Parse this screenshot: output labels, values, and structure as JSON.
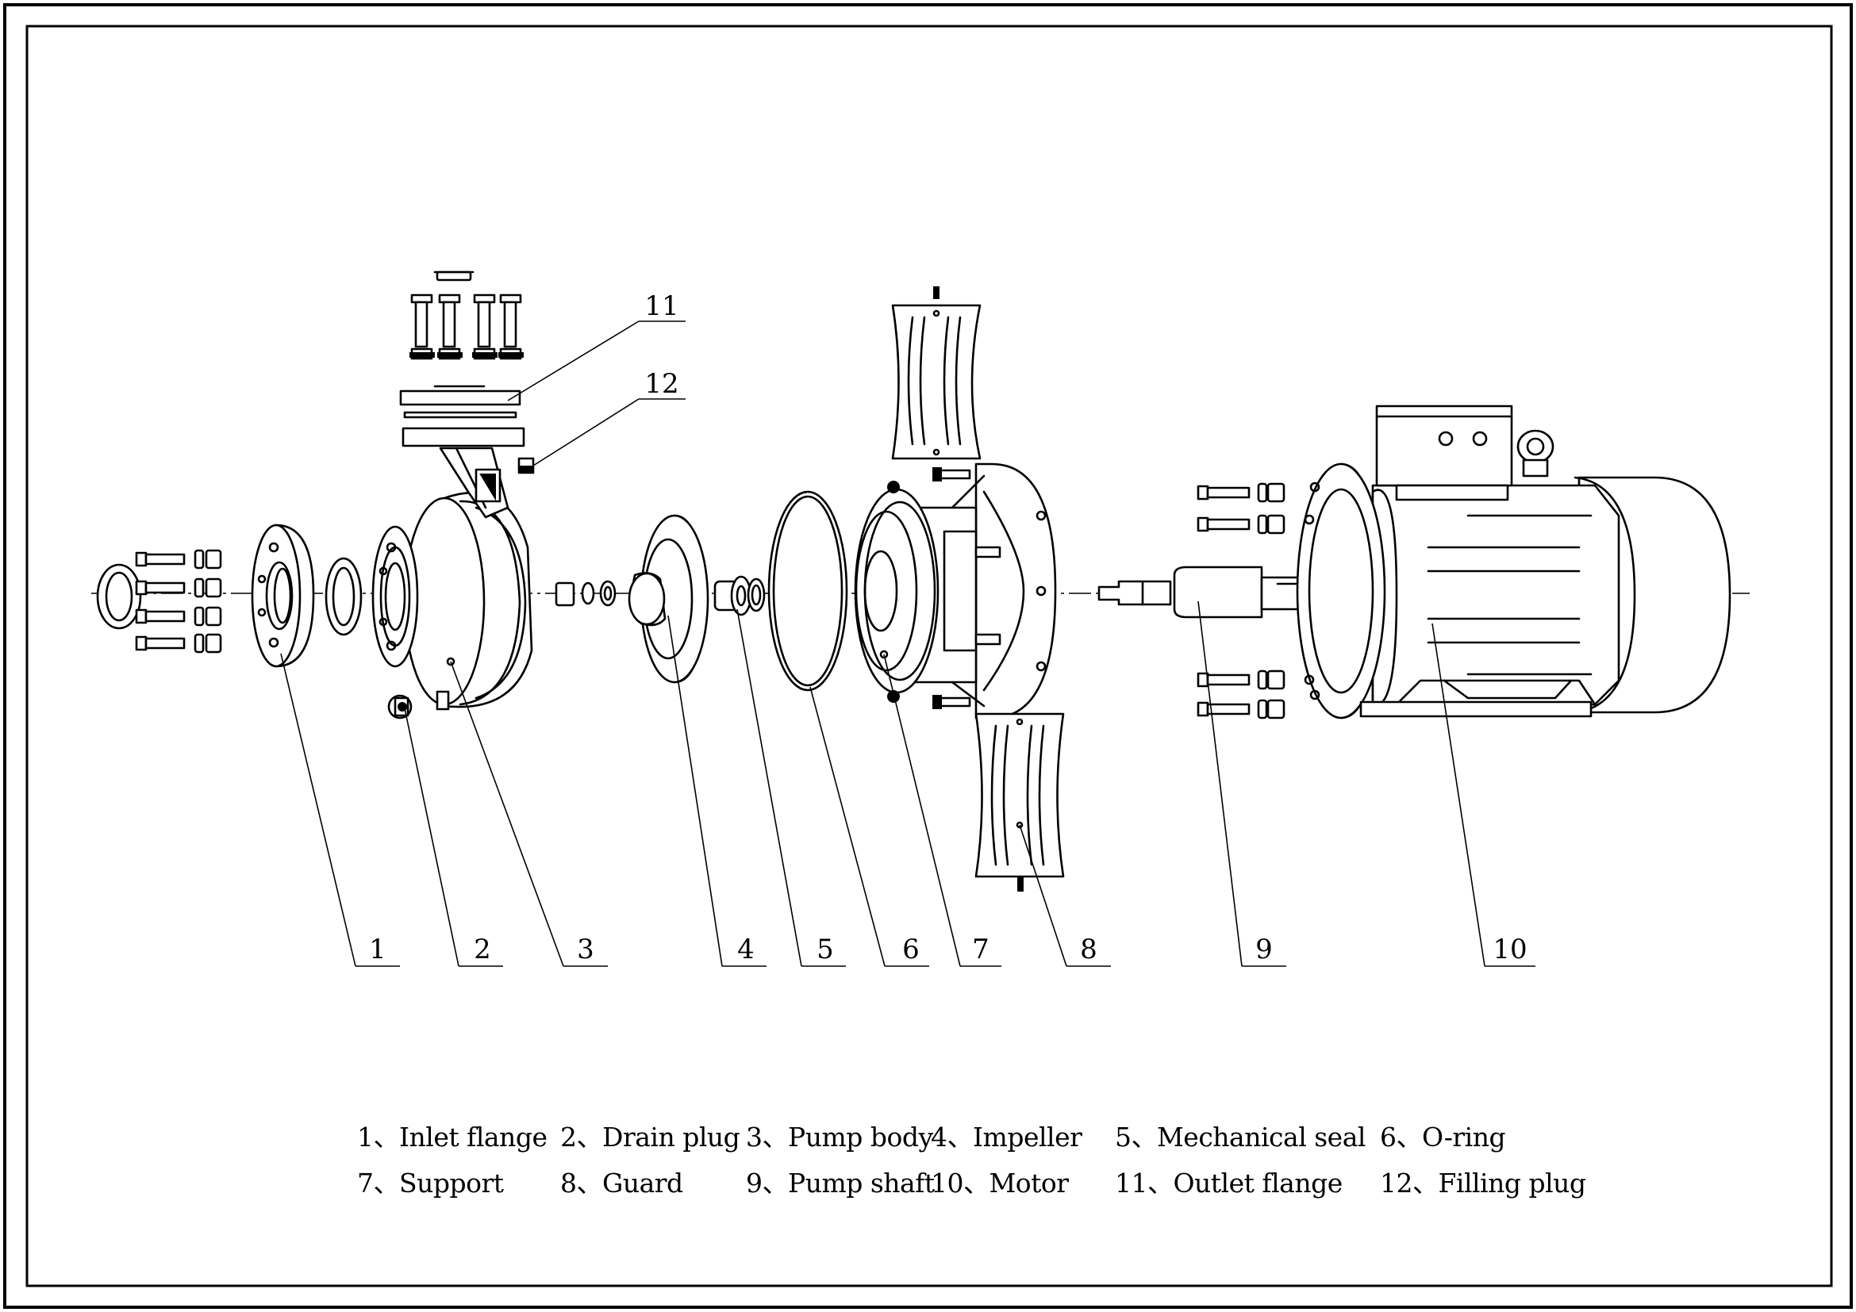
{
  "callouts": [
    "1",
    "2",
    "3",
    "4",
    "5",
    "6",
    "7",
    "8",
    "9",
    "10",
    "11",
    "12"
  ],
  "legend": [
    [
      "1、Inlet flange",
      "2、Drain plug",
      "3、Pump body",
      "4、Impeller",
      "5、Mechanical seal",
      "6、O-ring"
    ],
    [
      "7、Support",
      "8、Guard",
      "9、Pump shaft",
      "10、Motor",
      "11、Outlet flange",
      "12、Filling plug"
    ]
  ]
}
